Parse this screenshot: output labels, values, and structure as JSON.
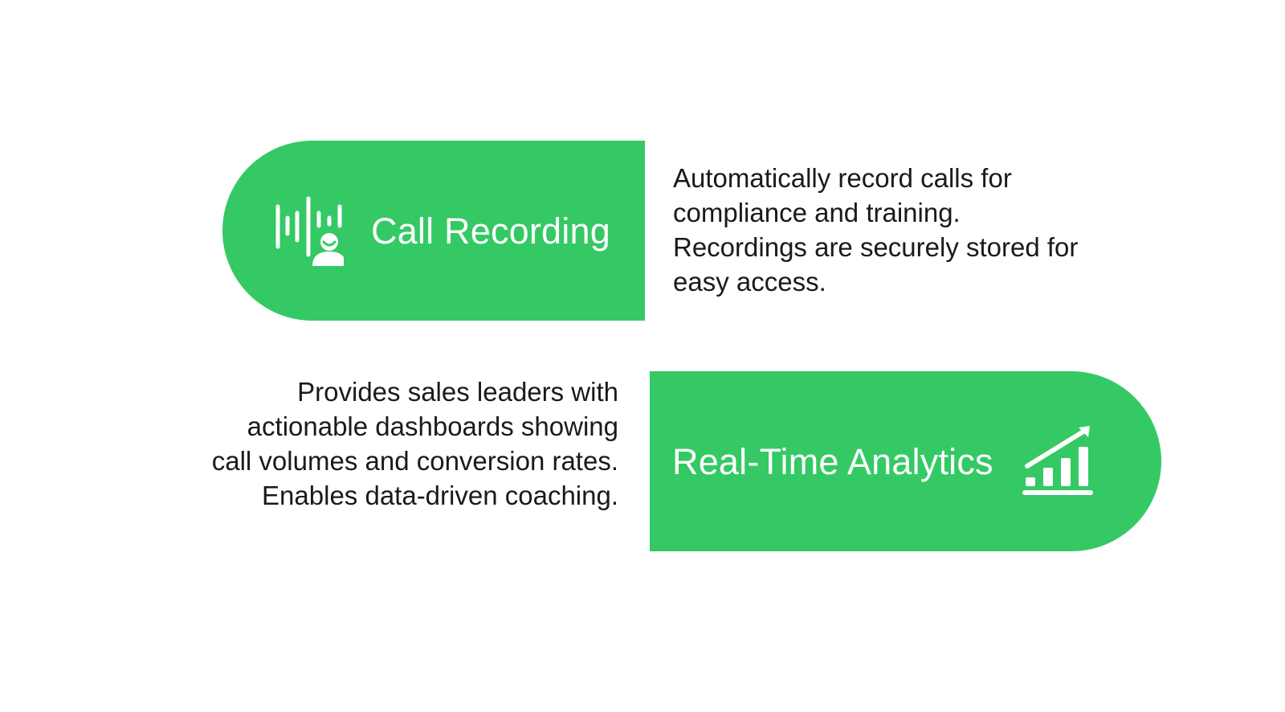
{
  "features": [
    {
      "title": "Call Recording",
      "icon": "voice-recording-icon",
      "description": "Automatically record calls for compliance and training. Recordings are securely stored for easy access."
    },
    {
      "title": "Real-Time Analytics",
      "icon": "growth-chart-icon",
      "description": "Provides sales leaders with actionable dashboards showing call volumes and conversion rates. Enables data-driven coaching."
    }
  ],
  "colors": {
    "accent": "#34C964",
    "text": "#1a1a1a",
    "background": "#ffffff"
  }
}
